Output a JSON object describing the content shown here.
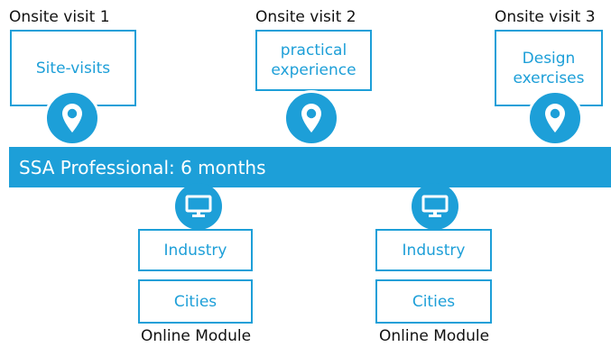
{
  "colors": {
    "accent": "#1d9fd8",
    "text": "#111111",
    "background": "#ffffff"
  },
  "timeline": {
    "label": "SSA Professional: 6 months"
  },
  "visits": [
    {
      "title": "Onsite visit 1",
      "box_text": "Site-visits",
      "icon": "location-pin-icon"
    },
    {
      "title": "Onsite visit 2",
      "box_text": "practical\nexperience",
      "icon": "location-pin-icon"
    },
    {
      "title": "Onsite visit 3",
      "box_text": "Design\nexercises",
      "icon": "location-pin-icon"
    }
  ],
  "modules": [
    {
      "items": [
        "Industry",
        "Cities"
      ],
      "label": "Online Module",
      "icon": "monitor-icon"
    },
    {
      "items": [
        "Industry",
        "Cities"
      ],
      "label": "Online Module",
      "icon": "monitor-icon"
    }
  ]
}
